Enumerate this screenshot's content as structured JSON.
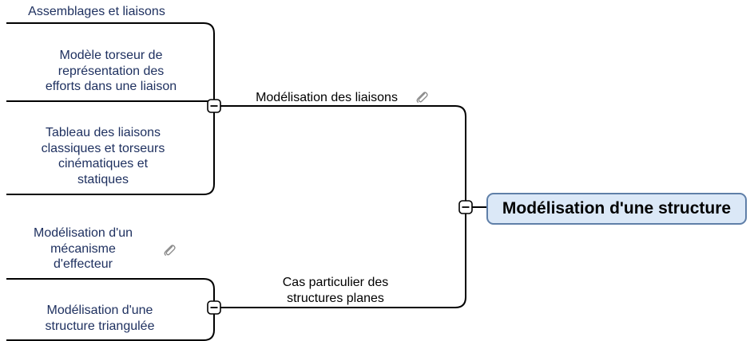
{
  "central_topic": {
    "label": "Modélisation d'une structure"
  },
  "branches": [
    {
      "label": "Modélisation des liaisons",
      "attachment_icon": "paperclip-icon",
      "children": [
        {
          "lines": [
            "Assemblages et liaisons"
          ]
        },
        {
          "lines": [
            "Modèle torseur de",
            "représentation des",
            "efforts dans une liaison"
          ]
        },
        {
          "lines": [
            "Tableau des liaisons",
            "classiques et torseurs",
            "cinématiques et",
            "statiques"
          ]
        }
      ]
    },
    {
      "lines": [
        "Cas particulier des",
        "structures planes"
      ],
      "children": [
        {
          "lines": [
            "Modélisation d'un",
            "mécanisme",
            "d'effecteur"
          ],
          "attachment_icon": "paperclip-icon"
        },
        {
          "lines": [
            "Modélisation d'une",
            "structure triangulée"
          ]
        }
      ]
    }
  ],
  "collapse_toggle_symbol": "minus",
  "colors": {
    "connector": "#000000",
    "leaf_text": "#1f3160",
    "root_fill": "#dbe8f7",
    "root_border": "#5f7fa8",
    "attachment_icon": "#8a8a8a"
  }
}
